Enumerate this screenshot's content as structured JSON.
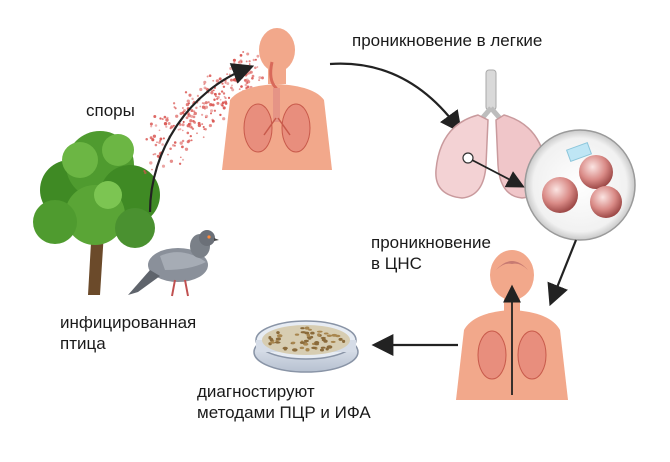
{
  "labels": {
    "spores": "споры",
    "lungs": "проникновение в легкие",
    "cns_line1": "проникновение",
    "cns_line2": "в ЦНС",
    "bird_line1": "инфицированная",
    "bird_line2": "птица",
    "diagnosis_line1": "диагностируют",
    "diagnosis_line2": "методами ПЦР и ИФА"
  },
  "colors": {
    "skin": "#f2a88b",
    "organ": "#d8695a",
    "arrow": "#222222",
    "tree_green": "#4f9b2f",
    "spore": "#d9534f"
  }
}
